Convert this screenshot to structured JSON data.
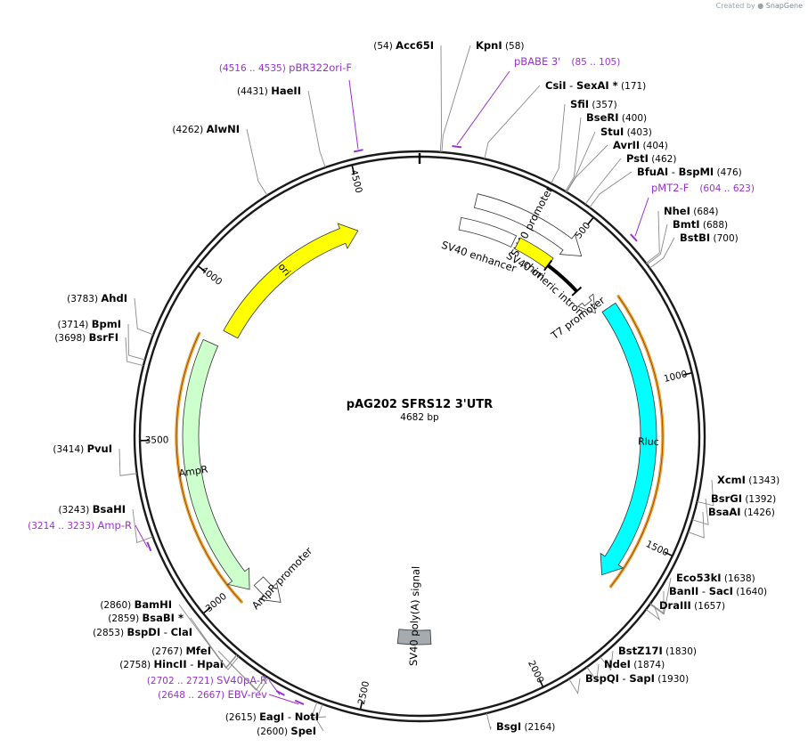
{
  "credit": {
    "prefix": "Created by",
    "brand": "SnapGene"
  },
  "plasmid": {
    "name": "pAG202 SFRS12 3'UTR",
    "length_label": "4682 bp",
    "length": 4682
  },
  "colors": {
    "ori": "#ffff00",
    "rluc": "#00ffff",
    "ampr": "#ccffcc",
    "polyA": "#a6abb0",
    "primer": "#9932cc",
    "site_enzyme": "#000000",
    "orf_band": "#f0a030"
  },
  "ticks": [
    "500",
    "1000",
    "1500",
    "2000",
    "2500",
    "3000",
    "3500",
    "4000",
    "4500"
  ],
  "features": [
    {
      "label": "ori",
      "start": 3880,
      "end": 4465,
      "dir": "cw",
      "color": "#ffff00",
      "kind": "arrow"
    },
    {
      "label": "Rluc",
      "start": 725,
      "end": 1655,
      "dir": "cw",
      "color": "#00ffff",
      "kind": "arrow"
    },
    {
      "label": "AmpR",
      "start": 2965,
      "end": 3825,
      "dir": "ccw",
      "color": "#ccffcc",
      "kind": "arrow"
    },
    {
      "label": "SV40 promoter",
      "start": 175,
      "end": 545,
      "dir": "cw",
      "color": "#ffffff",
      "kind": "arrow"
    },
    {
      "label": "SV40 enhancer",
      "start": 140,
      "end": 335,
      "dir": "none",
      "color": "#ffffff",
      "kind": "box"
    },
    {
      "label": "SV40 ori",
      "start": 350,
      "end": 480,
      "dir": "none",
      "color": "#ffff00",
      "kind": "box"
    },
    {
      "label": "chimeric intron",
      "start": 480,
      "end": 615,
      "dir": "none",
      "color": "#000000",
      "kind": "intron"
    },
    {
      "label": "T7 promoter",
      "start": 672,
      "end": 715,
      "dir": "cw",
      "color": "#ffffff",
      "kind": "arrow"
    },
    {
      "label": "AmpR promoter",
      "start": 2860,
      "end": 2965,
      "dir": "ccw",
      "color": "#ffffff",
      "kind": "arrow"
    },
    {
      "label": "SV40 poly(A) signal",
      "start": 2300,
      "end": 2420,
      "dir": "none",
      "color": "#a6abb0",
      "kind": "box"
    }
  ],
  "sites": [
    {
      "pos": 54,
      "name": "Acc65I",
      "name2": "",
      "text_pos": "(54)",
      "star": ""
    },
    {
      "pos": 58,
      "name": "KpnI",
      "name2": "",
      "text_pos": "(58)",
      "star": ""
    },
    {
      "pos": 171,
      "name": "CsiI",
      "name2": "SexAI",
      "text_pos": "(171)",
      "star": "*"
    },
    {
      "pos": 357,
      "name": "SfiI",
      "name2": "",
      "text_pos": "(357)",
      "star": ""
    },
    {
      "pos": 400,
      "name": "BseRI",
      "name2": "",
      "text_pos": "(400)",
      "star": ""
    },
    {
      "pos": 403,
      "name": "StuI",
      "name2": "",
      "text_pos": "(403)",
      "star": ""
    },
    {
      "pos": 404,
      "name": "AvrII",
      "name2": "",
      "text_pos": "(404)",
      "star": ""
    },
    {
      "pos": 462,
      "name": "PstI",
      "name2": "",
      "text_pos": "(462)",
      "star": ""
    },
    {
      "pos": 476,
      "name": "BfuAI",
      "name2": "BspMI",
      "text_pos": "(476)",
      "star": ""
    },
    {
      "pos": 684,
      "name": "NheI",
      "name2": "",
      "text_pos": "(684)",
      "star": ""
    },
    {
      "pos": 688,
      "name": "BmtI",
      "name2": "",
      "text_pos": "(688)",
      "star": ""
    },
    {
      "pos": 700,
      "name": "BstBI",
      "name2": "",
      "text_pos": "(700)",
      "star": ""
    },
    {
      "pos": 1343,
      "name": "XcmI",
      "name2": "",
      "text_pos": "(1343)",
      "star": ""
    },
    {
      "pos": 1392,
      "name": "BsrGI",
      "name2": "",
      "text_pos": "(1392)",
      "star": ""
    },
    {
      "pos": 1426,
      "name": "BsaAI",
      "name2": "",
      "text_pos": "(1426)",
      "star": ""
    },
    {
      "pos": 1638,
      "name": "Eco53kI",
      "name2": "",
      "text_pos": "(1638)",
      "star": ""
    },
    {
      "pos": 1640,
      "name": "BanII",
      "name2": "SacI",
      "text_pos": "(1640)",
      "star": ""
    },
    {
      "pos": 1657,
      "name": "DraIII",
      "name2": "",
      "text_pos": "(1657)",
      "star": ""
    },
    {
      "pos": 1830,
      "name": "BstZ17I",
      "name2": "",
      "text_pos": "(1830)",
      "star": ""
    },
    {
      "pos": 1874,
      "name": "NdeI",
      "name2": "",
      "text_pos": "(1874)",
      "star": ""
    },
    {
      "pos": 1930,
      "name": "BspQI",
      "name2": "SapI",
      "text_pos": "(1930)",
      "star": ""
    },
    {
      "pos": 2164,
      "name": "BsgI",
      "name2": "",
      "text_pos": "(2164)",
      "star": ""
    },
    {
      "pos": 2600,
      "name": "SpeI",
      "name2": "",
      "text_pos": "(2600)",
      "star": ""
    },
    {
      "pos": 2615,
      "name": "EagI",
      "name2": "NotI",
      "text_pos": "(2615)",
      "star": ""
    },
    {
      "pos": 2758,
      "name": "HincII",
      "name2": "HpaI",
      "text_pos": "(2758)",
      "star": ""
    },
    {
      "pos": 2767,
      "name": "MfeI",
      "name2": "",
      "text_pos": "(2767)",
      "star": ""
    },
    {
      "pos": 2853,
      "name": "BspDI",
      "name2": "ClaI",
      "text_pos": "(2853)",
      "star": ""
    },
    {
      "pos": 2859,
      "name": "BsaBI",
      "name2": "",
      "text_pos": "(2859)",
      "star": "*"
    },
    {
      "pos": 2860,
      "name": "BamHI",
      "name2": "",
      "text_pos": "(2860)",
      "star": ""
    },
    {
      "pos": 3243,
      "name": "BsaHI",
      "name2": "",
      "text_pos": "(3243)",
      "star": ""
    },
    {
      "pos": 3414,
      "name": "PvuI",
      "name2": "",
      "text_pos": "(3414)",
      "star": ""
    },
    {
      "pos": 3698,
      "name": "BsrFI",
      "name2": "",
      "text_pos": "(3698)",
      "star": ""
    },
    {
      "pos": 3714,
      "name": "BpmI",
      "name2": "",
      "text_pos": "(3714)",
      "star": ""
    },
    {
      "pos": 3783,
      "name": "AhdI",
      "name2": "",
      "text_pos": "(3783)",
      "star": ""
    },
    {
      "pos": 4262,
      "name": "AlwNI",
      "name2": "",
      "text_pos": "(4262)",
      "star": ""
    },
    {
      "pos": 4431,
      "name": "HaeII",
      "name2": "",
      "text_pos": "(4431)",
      "star": ""
    }
  ],
  "primers": [
    {
      "label": "pBR322ori-F",
      "range": "(4516 .. 4535)",
      "pos": 4525
    },
    {
      "label": "pBABE 3'",
      "range": "(85 .. 105)",
      "pos": 95
    },
    {
      "label": "pMT2-F",
      "range": "(604 .. 623)",
      "pos": 613
    },
    {
      "label": "Amp-R",
      "range": "(3214 .. 3233)",
      "pos": 3223
    },
    {
      "label": "SV40pA-R",
      "range": "(2702 .. 2721)",
      "pos": 2711
    },
    {
      "label": "EBV-rev",
      "range": "(2648 .. 2667)",
      "pos": 2657
    }
  ]
}
